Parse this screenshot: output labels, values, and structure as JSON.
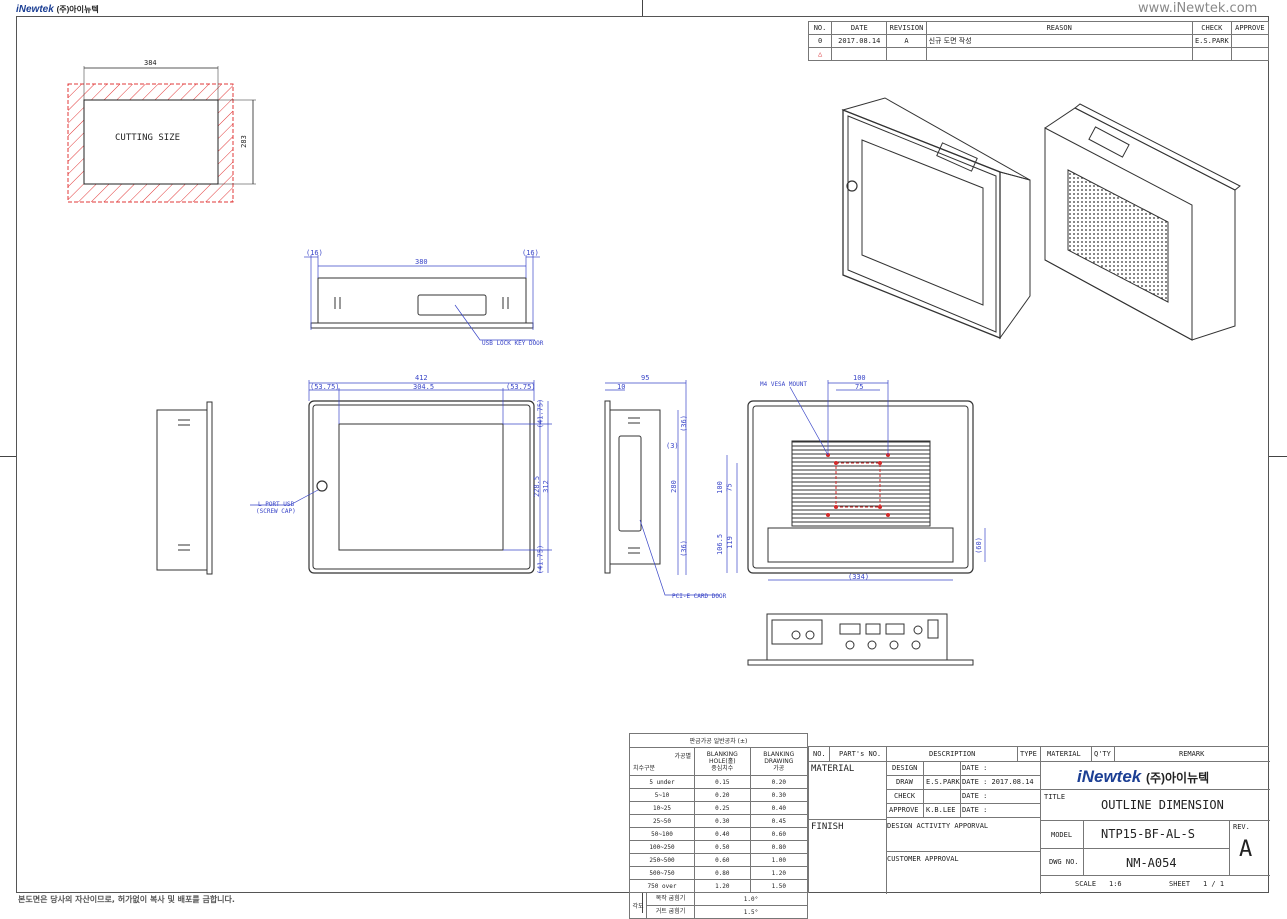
{
  "header": {
    "logo_text": "iNewtek",
    "logo_korean": "(주)아이뉴텍",
    "website": "www.iNewtek.com"
  },
  "revision_table": {
    "headers": [
      "NO.",
      "DATE",
      "REVISION",
      "REASON",
      "CHECK",
      "APPROVE"
    ],
    "rows": [
      [
        "0",
        "2017.08.14",
        "A",
        "신규 도면 작성",
        "E.S.PARK",
        ""
      ]
    ]
  },
  "cutting": {
    "width": "384",
    "height": "283",
    "label": "CUTTING SIZE"
  },
  "top_view": {
    "left_margin": "(16)",
    "right_margin": "(16)",
    "width": "380",
    "note": "USB LOCK KEY DOOR"
  },
  "front_view": {
    "overall": "412",
    "inner": "304.5",
    "left": "(53.75)",
    "right": "(53.75)",
    "top": "(41.75)",
    "bottom": "(41.75)",
    "height_inner": "228.5",
    "height_outer": "312",
    "note1": "L PORT USB",
    "note2": "(SCREW CAP)"
  },
  "side_view": {
    "depth": "95",
    "bezel": "10",
    "top_gap": "(36)",
    "small": "(3)",
    "height": "280",
    "bottom_gap": "(36)",
    "note": "PCI-E CARD DOOR"
  },
  "rear_view": {
    "vesa_note": "M4 VESA MOUNT",
    "vesa_outer": "100",
    "vesa_inner": "75",
    "v_outer": "100",
    "v_inner": "75",
    "v_low1": "106.5",
    "v_low2": "119",
    "io_height": "(60)",
    "bottom_width": "(334)"
  },
  "tolerance_table": {
    "title": "판금가공 일반공차 (±)",
    "col_headers": [
      "가공별",
      "BLANKING HOLE(홀)\n중심치수",
      "BLANKING DRAWING\n가공"
    ],
    "corner_label": "치수구분",
    "rows": [
      [
        "5 under",
        "0.15",
        "0.20"
      ],
      [
        "5~10",
        "0.20",
        "0.30"
      ],
      [
        "10~25",
        "0.25",
        "0.40"
      ],
      [
        "25~50",
        "0.30",
        "0.45"
      ],
      [
        "50~100",
        "0.40",
        "0.60"
      ],
      [
        "100~250",
        "0.50",
        "0.80"
      ],
      [
        "250~500",
        "0.60",
        "1.00"
      ],
      [
        "500~750",
        "0.80",
        "1.20"
      ],
      [
        "750 over",
        "1.20",
        "1.50"
      ]
    ],
    "angle_label": "각도",
    "angle_rows": [
      [
        "목작 굽힘기",
        "1.0°"
      ],
      [
        "거트 굽힘기",
        "1.5°"
      ]
    ]
  },
  "title_block": {
    "col_headers": [
      "NO.",
      "PART's NO.",
      "DESCRIPTION",
      "TYPE",
      "MATERIAL",
      "Q'TY",
      "REMARK"
    ],
    "material_label": "MATERIAL",
    "finish_label": "FINISH",
    "sign_rows": [
      {
        "role": "DESIGN",
        "name": "",
        "date": "DATE :"
      },
      {
        "role": "DRAW",
        "name": "E.S.PARK",
        "date": "DATE : 2017.08.14"
      },
      {
        "role": "CHECK",
        "name": "",
        "date": "DATE :"
      },
      {
        "role": "APPROVE",
        "name": "K.B.LEE",
        "date": "DATE :"
      }
    ],
    "design_activity": "DESIGN ACTIVITY APPORVAL",
    "customer_approval": "CUSTOMER APPROVAL",
    "title_label": "TITLE",
    "title": "OUTLINE DIMENSION",
    "model_label": "MODEL",
    "model": "NTP15-BF-AL-S",
    "rev_label": "REV.",
    "rev": "A",
    "dwg_label": "DWG NO.",
    "dwg": "NM-A054",
    "scale_label": "SCALE",
    "scale": "1:6",
    "sheet_label": "SHEET",
    "sheet": "1 / 1"
  },
  "footer": "본도면은 당사의 자산이므로, 허가없이 복사 및 배포를 금합니다.",
  "colors": {
    "dimension": "#3a46c8",
    "logo_red": "#d8262c",
    "logo_blue": "#1c3f94",
    "hatch": "#e23a3a",
    "vesa": "#d42a2a"
  }
}
